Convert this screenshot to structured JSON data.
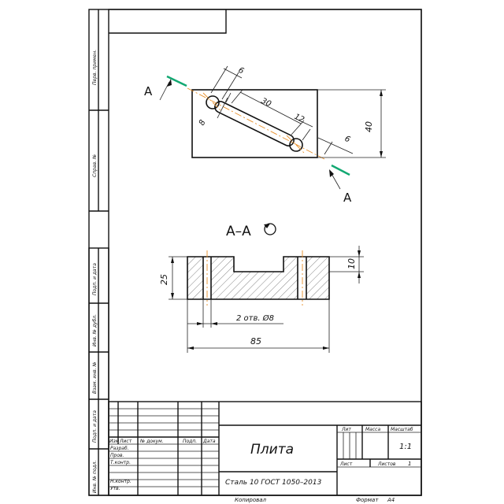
{
  "sheet": {
    "side_labels": [
      "Перв. примен.",
      "Справ. №",
      "Подп. и дата",
      "Инв. № дубл.",
      "Взам. инв. №",
      "Подп. и дата",
      "Инв. № подл."
    ]
  },
  "plan_view": {
    "section_marker": "A",
    "dims": {
      "d6": "6",
      "d30": "30",
      "d12": "12",
      "d8": "8",
      "d6b": "6",
      "d40": "40"
    }
  },
  "section_view": {
    "title": "A–A",
    "dims": {
      "d25": "25",
      "d10": "10",
      "holes": "2 отв. Ø8",
      "d85": "85"
    }
  },
  "title_block": {
    "name": "Плита",
    "material": "Сталь 10  ГОСТ 1050–2013",
    "header_lit": "Лит",
    "header_mass": "Масса",
    "header_scale": "Масштаб",
    "scale_value": "1:1",
    "sheet_label": "Лист",
    "sheets_label": "Листов",
    "sheets_value": "1",
    "col_izm": "Изм",
    "col_list": "Лист",
    "col_doc": "№ докум.",
    "col_sign": "Подп.",
    "col_date": "Дата",
    "role_dev": "Разраб.",
    "role_check": "Пров.",
    "role_tcontrol": "Т.контр.",
    "role_ncontrol": "Н.контр.",
    "role_approve": "Утв."
  },
  "footer": {
    "copied": "Копировал",
    "format_label": "Формат",
    "format_value": "A4"
  }
}
